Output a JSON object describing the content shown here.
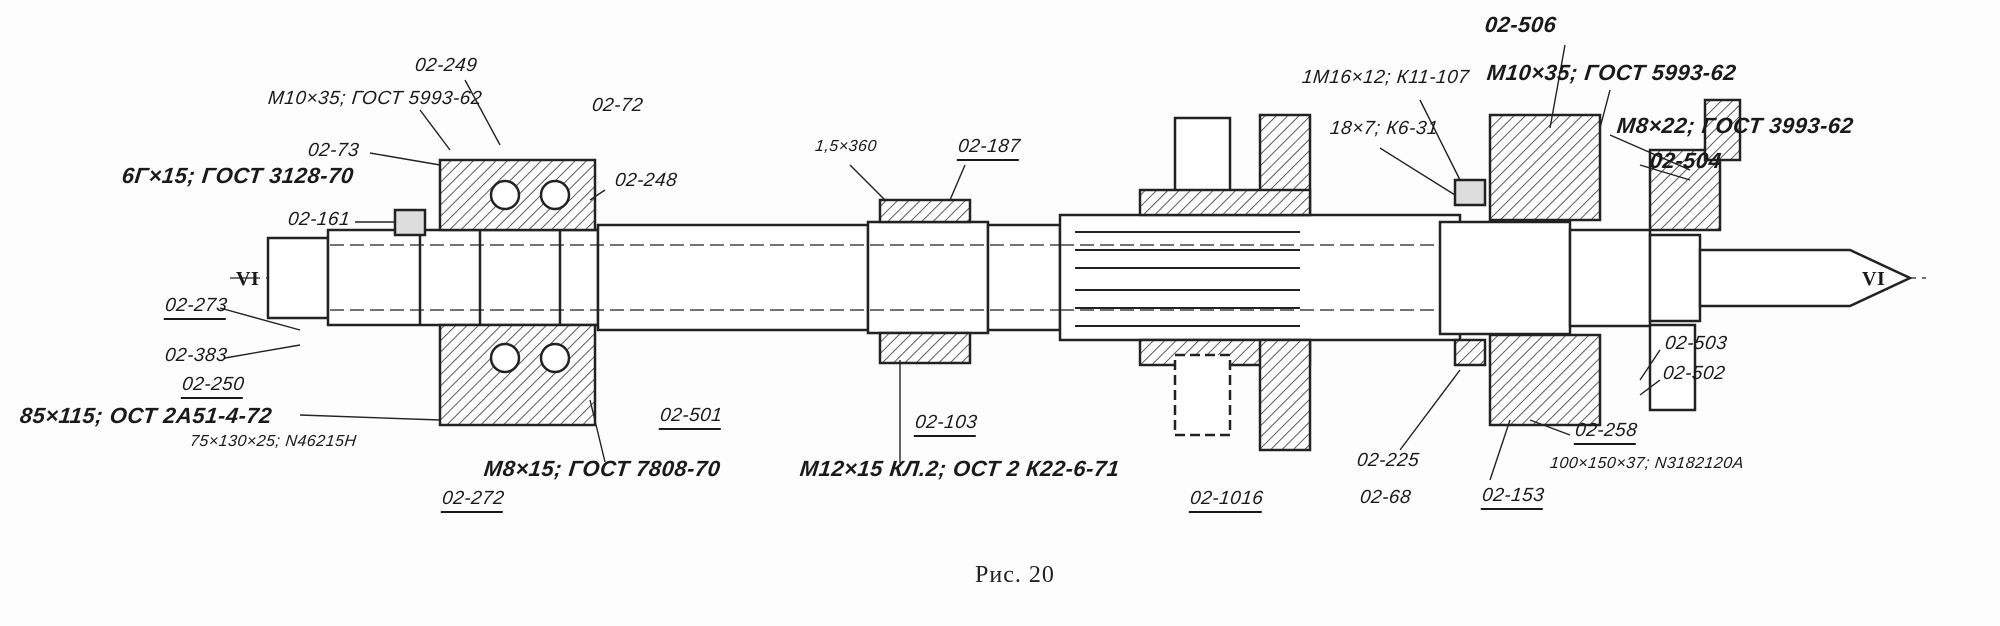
{
  "figure": {
    "caption": "Рис. 20",
    "section_marks": [
      "VI",
      "VI"
    ],
    "labels": {
      "p249": "02-249",
      "screw_left": "M10×35; ГОСТ 5993-62",
      "p72": "02-72",
      "p73": "02-73",
      "key_left": "6Г×15; ГОСТ 3128-70",
      "p248": "02-248",
      "p161": "02-161",
      "p273": "02-273",
      "p383": "02-383",
      "p250": "02-250",
      "seal_left": "85×115;  ОСТ 2А51-4-72",
      "bearing_left": "75×130×25; N46215H",
      "screw_m8": "M8×15; ГОСТ 7808-70",
      "screw_m12": "M12×15  КЛ.2; ОСТ 2 К22-6-71",
      "p272": "02-272",
      "p501": "02-501",
      "p103": "02-103",
      "ring": "1,5×360",
      "p187": "02-187",
      "p1016": "02-1016",
      "nut": "1M16×12; К11-107",
      "washer": "18×7; К6-31",
      "p506": "02-506",
      "screw_right": "M10×35; ГОСТ 5993-62",
      "screw_m8_right": "M8×22; ГОСТ 3993-62",
      "p504": "02-504",
      "p503": "02-503",
      "p502": "02-502",
      "p258": "02-258",
      "bearing_right": "100×150×37; N3182120A",
      "p225": "02-225",
      "p68": "02-68",
      "p153": "02-153"
    }
  }
}
